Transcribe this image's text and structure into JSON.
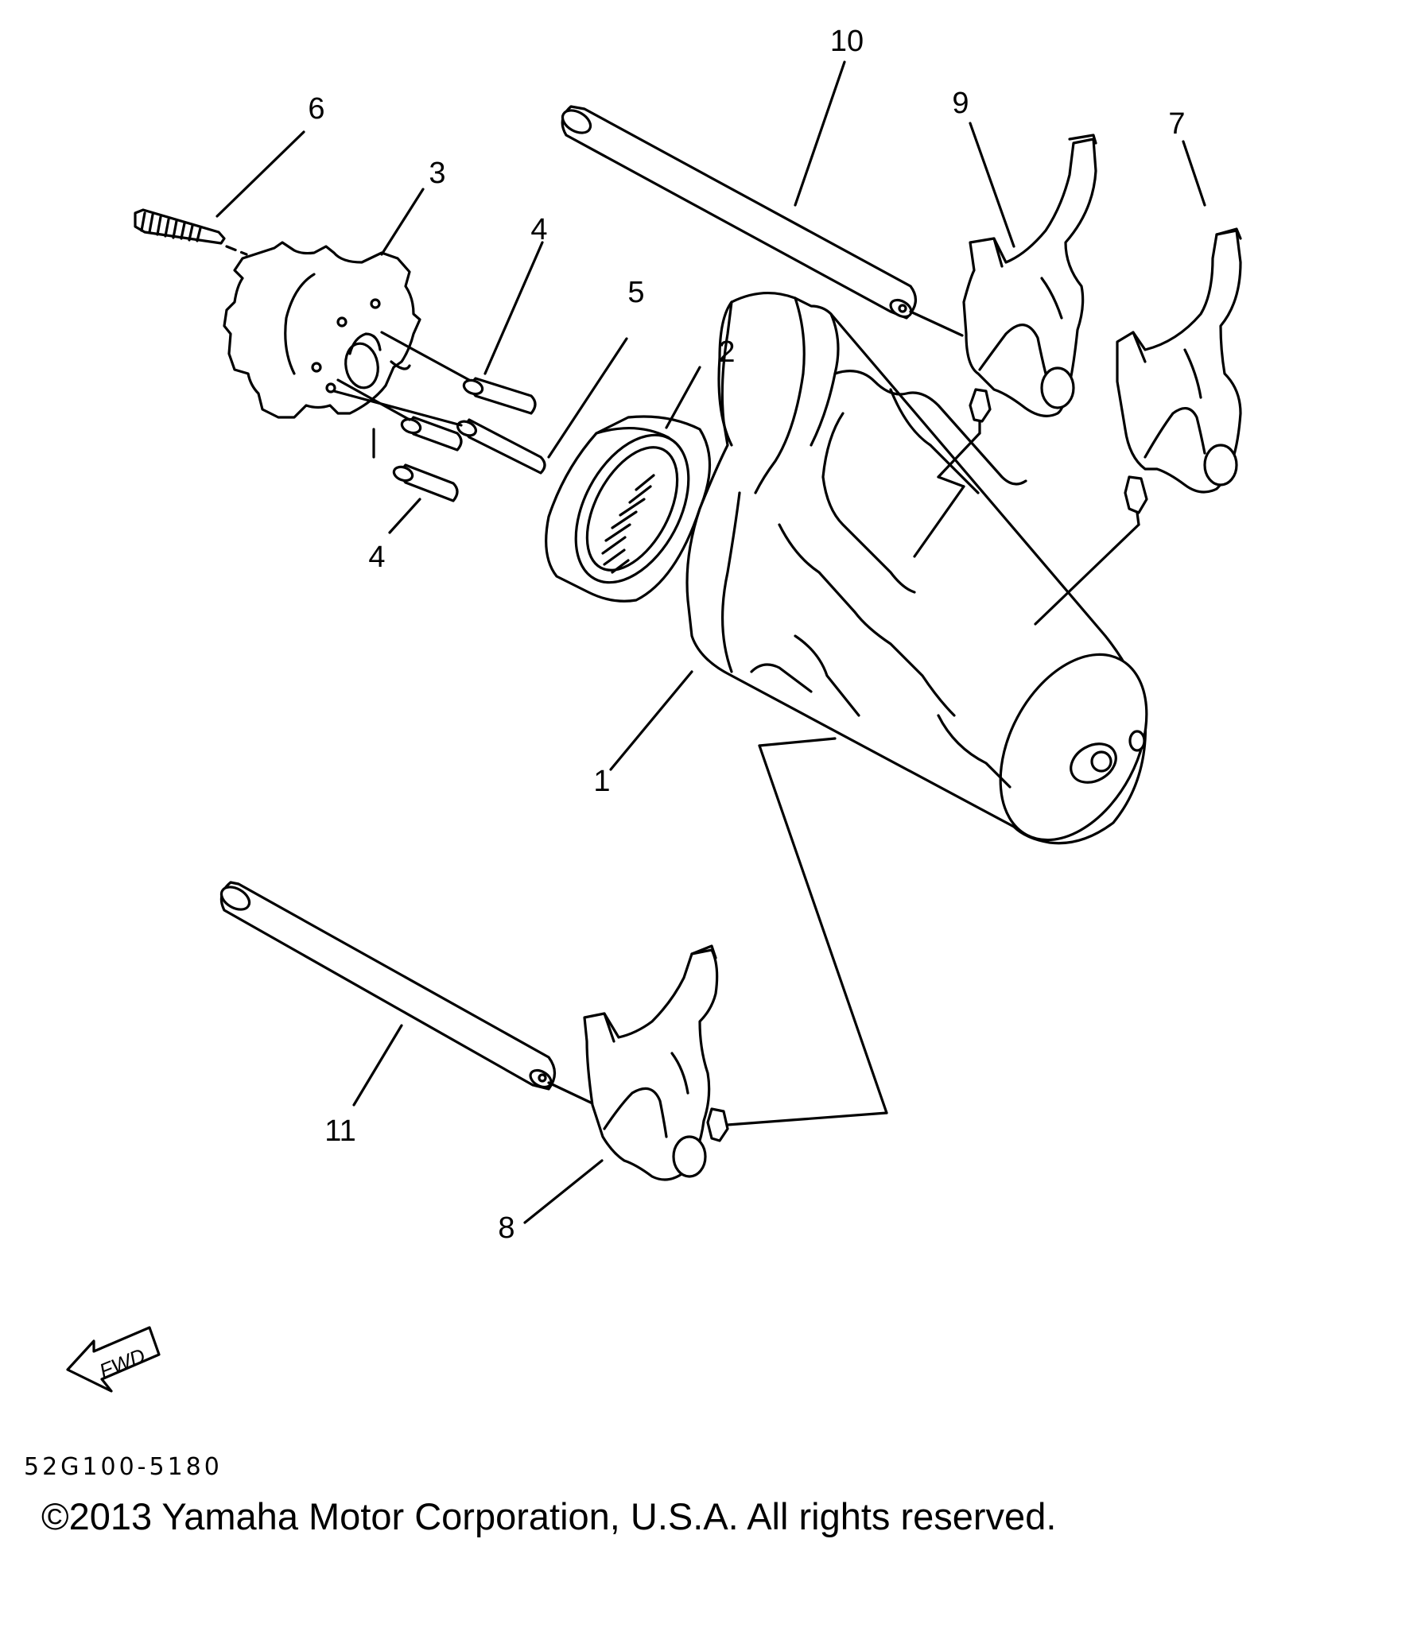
{
  "diagram_labels": {
    "p1": "1",
    "p2": "2",
    "p3": "3",
    "p4a": "4",
    "p4b": "4",
    "p5": "5",
    "p6": "6",
    "p7": "7",
    "p8": "8",
    "p9": "9",
    "p10": "10",
    "p11": "11"
  },
  "direction_marker": "FWD",
  "drawing_code": "52G100-5180",
  "copyright": "©2013 Yamaha Motor Corporation, U.S.A. All rights reserved."
}
